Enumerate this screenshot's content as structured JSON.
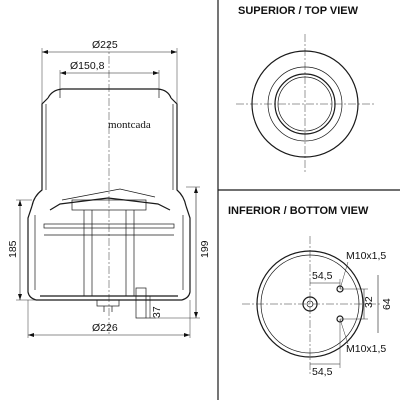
{
  "views": {
    "top_title": "SUPERIOR / TOP VIEW",
    "bottom_title": "INFERIOR / BOTTOM VIEW"
  },
  "brand": "montcada",
  "dimensions": {
    "top_outer_diameter": "Ø225",
    "top_plate_diameter": "Ø150,8",
    "base_diameter": "Ø226",
    "height_left": "185",
    "height_right": "199",
    "stud_height": "37"
  },
  "bottom_view": {
    "thread_top": "M10x1,5",
    "thread_bottom": "M10x1,5",
    "offset_top": "54,5",
    "offset_bottom": "54,5",
    "pitch_small": "32",
    "pitch_large": "64"
  }
}
